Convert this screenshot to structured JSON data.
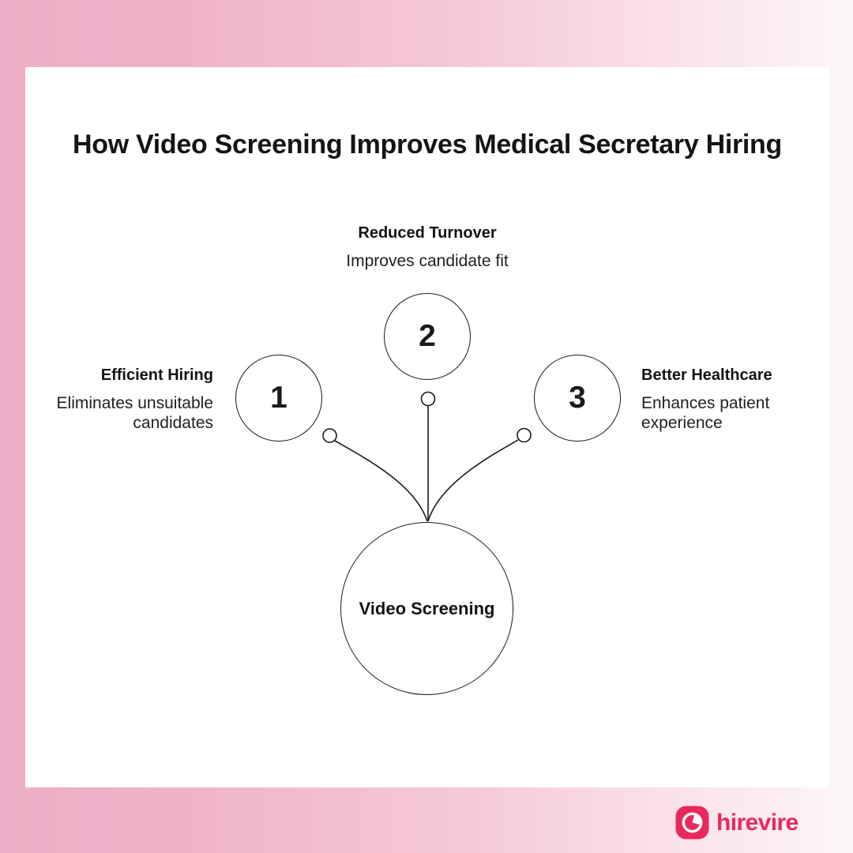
{
  "page": {
    "title": "How Video Screening Improves Medical Secretary Hiring"
  },
  "diagram": {
    "center": {
      "label": "Video Screening"
    },
    "nodes": [
      {
        "number": "1",
        "title": "Efficient Hiring",
        "description": "Eliminates unsuitable candidates",
        "position": "left"
      },
      {
        "number": "2",
        "title": "Reduced Turnover",
        "description": "Improves candidate fit",
        "position": "top"
      },
      {
        "number": "3",
        "title": "Better Healthcare",
        "description": "Enhances patient experience",
        "position": "right"
      }
    ]
  },
  "branding": {
    "wordmark": "hirevire"
  },
  "colors": {
    "accent_pink": "#e72a5c",
    "border_pink": "#edadc6",
    "border_pink_light": "#fdf7f9",
    "card_background": "#ffffff",
    "ink": "#1a1a1a"
  }
}
